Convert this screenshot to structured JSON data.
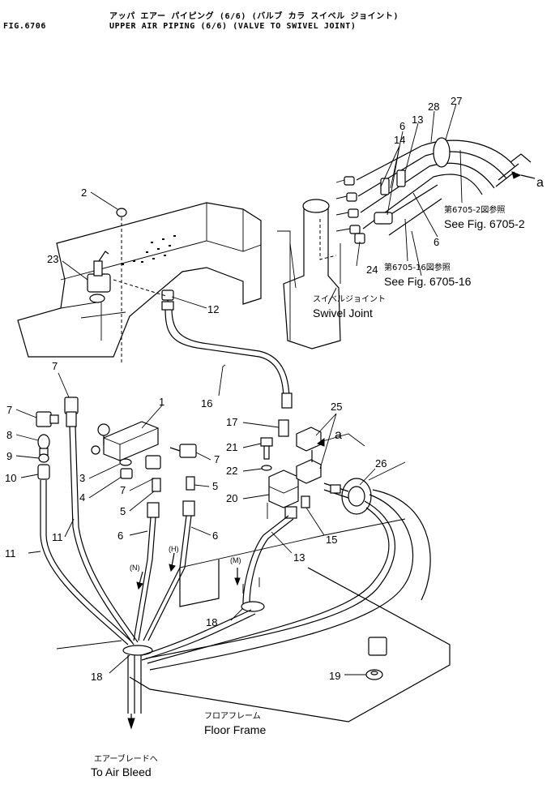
{
  "header": {
    "fig_no": "FIG.6706",
    "title_jp": "アッパ エアー パイピング (6/6) (バルブ カラ スイベル ジョイント)",
    "title_en": "UPPER AIR PIPING (6/6) (VALVE TO SWIVEL JOINT)"
  },
  "callouts": {
    "c2": "2",
    "c23": "23",
    "c12": "12",
    "c16": "16",
    "c1": "1",
    "c7a": "7",
    "c7b": "7",
    "c7c": "7",
    "c7d": "7",
    "c8": "8",
    "c9": "9",
    "c10": "10",
    "c11a": "11",
    "c11b": "11",
    "c3": "3",
    "c4": "4",
    "c5a": "5",
    "c5b": "5",
    "c6a": "6",
    "c6b": "6",
    "c17": "17",
    "c21": "21",
    "c22": "22",
    "c20": "20",
    "c25": "25",
    "c15": "15",
    "c13a": "13",
    "c26": "26",
    "c18a": "18",
    "c18b": "18",
    "c19": "19",
    "c14": "14",
    "c6c": "6",
    "c13b": "13",
    "c28": "28",
    "c27": "27",
    "c6d": "6",
    "c24": "24",
    "ca1": "a",
    "ca2": "a"
  },
  "labels": {
    "n": "(N)",
    "h": "(H)",
    "m": "(M)",
    "ref1_jp": "第6705-2図参照",
    "ref1_en": "See Fig. 6705-2",
    "ref2_jp": "第6705-16図参照",
    "ref2_en": "See Fig. 6705-16",
    "swivel_jp": "スイベルジョイント",
    "swivel_en": "Swivel Joint",
    "floor_jp": "フロアフレーム",
    "floor_en": "Floor Frame",
    "bleed_jp": "エアーブレードへ",
    "bleed_en": "To Air Bleed"
  }
}
